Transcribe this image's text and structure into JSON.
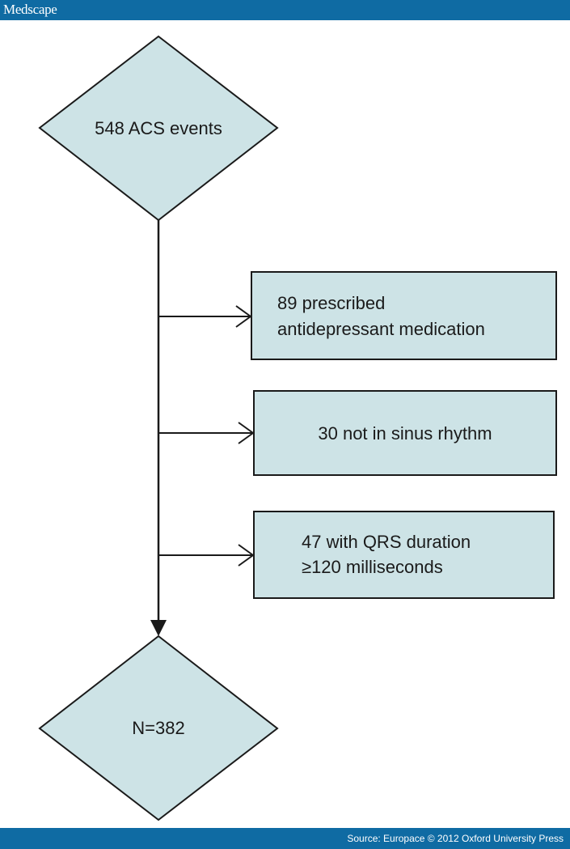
{
  "header": {
    "brand": "Medscape"
  },
  "footer": {
    "source": "Source: Europace © 2012 Oxford University Press"
  },
  "flowchart": {
    "start": "548 ACS events",
    "exclusions": [
      {
        "lines": [
          "89 prescribed",
          "antidepressant medication"
        ]
      },
      {
        "lines": [
          "30 not in sinus rhythm"
        ]
      },
      {
        "lines": [
          "47 with QRS duration",
          "≥120 milliseconds"
        ]
      }
    ],
    "end": "N=382"
  },
  "colors": {
    "bar": "#0f6ba3",
    "node_fill": "#cde3e6",
    "stroke": "#1a1a1a"
  }
}
